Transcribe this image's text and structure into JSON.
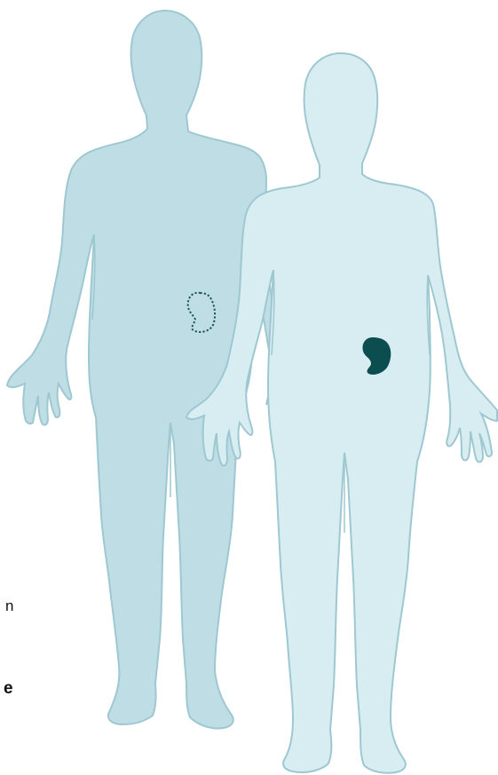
{
  "colors": {
    "donor_body_fill": "#bfdde4",
    "recipient_body_fill": "#d8edf1",
    "body_outline": "#9ec8d1",
    "transplanted_kidney": "#0c4d50",
    "removed_kidney_outline": "#1c5658"
  },
  "figures": {
    "donor": {
      "icon": "human-body-silhouette"
    },
    "recipient": {
      "icon": "human-body-silhouette"
    }
  },
  "organs": {
    "donor_kidney": {
      "icon": "kidney-dotted-outline-icon"
    },
    "recipient_kidney": {
      "icon": "kidney-solid-icon"
    }
  },
  "edge_text": {
    "line1": "n",
    "line2": "e"
  }
}
